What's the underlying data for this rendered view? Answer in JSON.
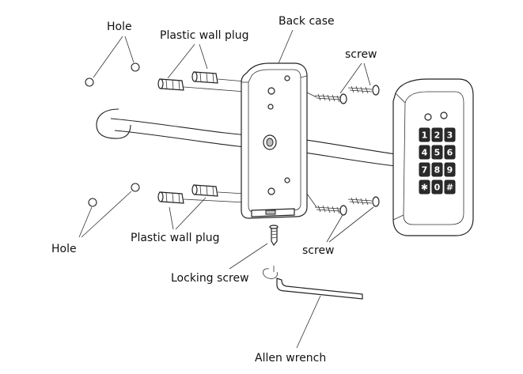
{
  "labels": {
    "hole_top": "Hole",
    "plug_top": "Plastic wall plug",
    "back_case": "Back case",
    "screw_top": "screw",
    "hole_bottom": "Hole",
    "plug_bottom": "Plastic wall plug",
    "screw_bottom": "screw",
    "locking_screw": "Locking screw",
    "allen_wrench": "Allen wrench"
  },
  "keypad": {
    "keys": [
      "1",
      "2",
      "3",
      "4",
      "5",
      "6",
      "7",
      "8",
      "9",
      "✱",
      "0",
      "#"
    ]
  }
}
